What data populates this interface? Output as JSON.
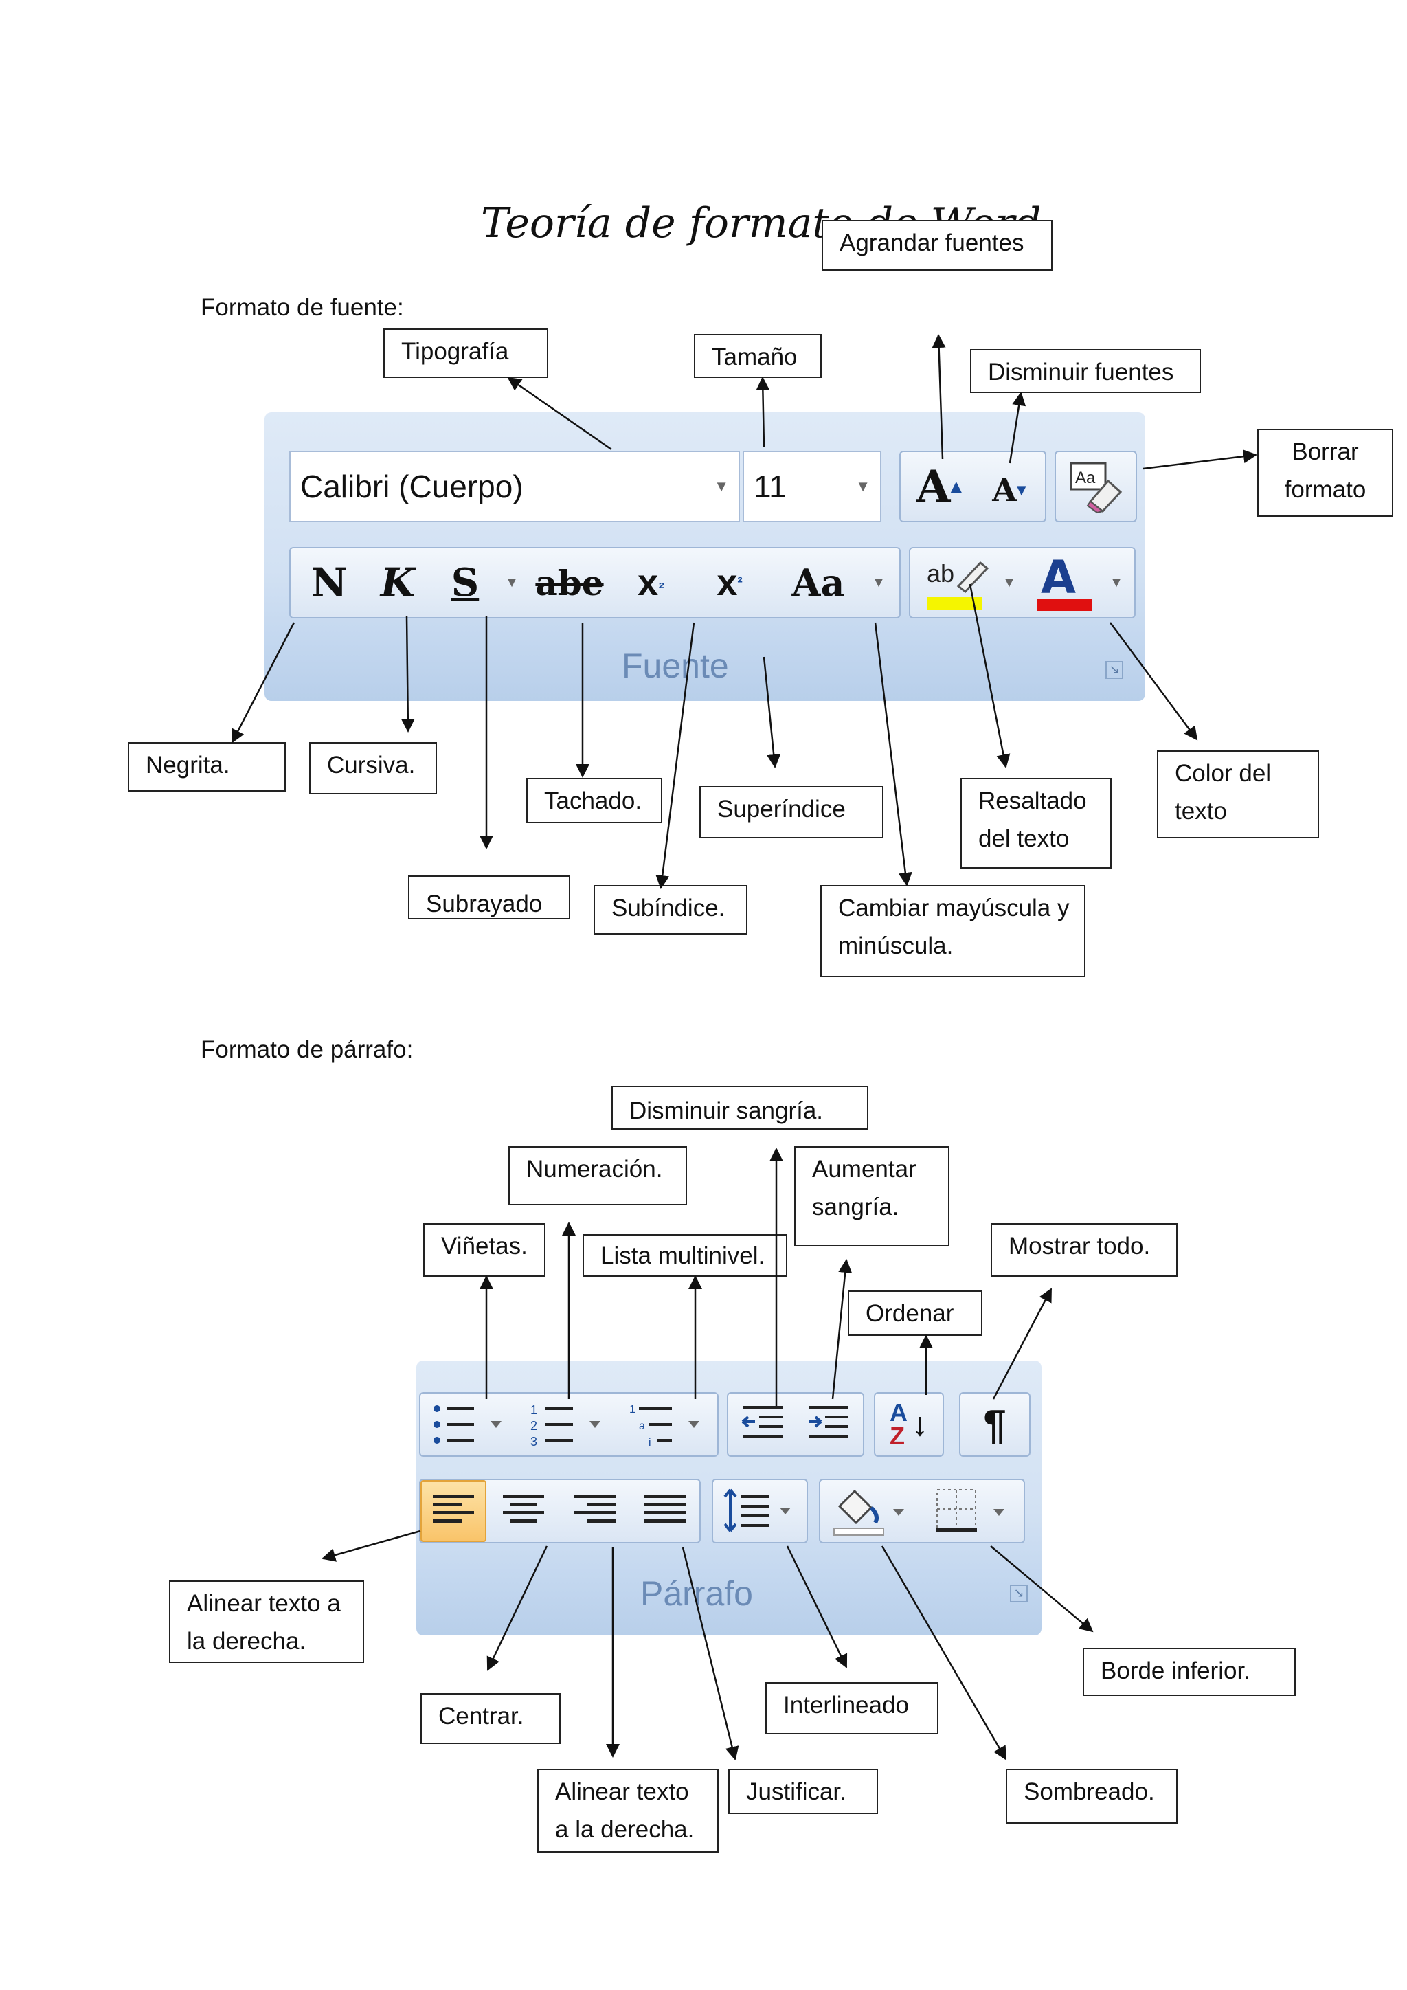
{
  "title": "Teoría de formato de Word",
  "font_section": {
    "heading": "Formato de fuente:",
    "ribbon": {
      "font_name": "Calibri (Cuerpo)",
      "font_size": "11",
      "group_name": "Fuente",
      "bold_glyph": "N",
      "italic_glyph": "K",
      "underline_glyph": "S",
      "strike_glyph": "abe",
      "subscript_glyph": "x",
      "superscript_glyph": "x",
      "case_glyph": "Aa",
      "grow_glyph": "A",
      "shrink_glyph": "A",
      "clear_glyph": "Aa",
      "highlight_glyph": "ab",
      "color_glyph": "A"
    },
    "labels": {
      "grow": "Agrandar fuentes",
      "typography": "Tipografía",
      "size": "Tamaño",
      "shrink": "Disminuir fuentes",
      "clear_1": "Borrar",
      "clear_2": "formato",
      "bold": "Negrita.",
      "italic": "Cursiva.",
      "strike": "Tachado.",
      "superscript": "Superíndice",
      "highlight_1": "Resaltado",
      "highlight_2": "del texto",
      "color_1": "Color del",
      "color_2": "texto",
      "underline": "Subrayado",
      "subscript": "Subíndice.",
      "case_1": "Cambiar mayúscula y",
      "case_2": "minúscula."
    }
  },
  "paragraph_section": {
    "heading": "Formato de párrafo:",
    "ribbon": {
      "group_name": "Párrafo",
      "sort_glyph_top": "A",
      "sort_glyph_bottom": "Z",
      "pilcrow_glyph": "¶"
    },
    "labels": {
      "decrease_indent": "Disminuir sangría.",
      "numbering": "Numeración.",
      "increase_indent_1": "Aumentar",
      "increase_indent_2": "sangría.",
      "bullets": "Viñetas.",
      "multilevel": "Lista multinivel.",
      "show_all": "Mostrar todo.",
      "sort": "Ordenar",
      "align_left_1": "Alinear texto a",
      "align_left_2": "la derecha.",
      "center": "Centrar.",
      "line_spacing": "Interlineado",
      "bottom_border": "Borde inferior.",
      "align_right_1": "Alinear texto",
      "align_right_2": "a la derecha.",
      "justify": "Justificar.",
      "shading": "Sombreado."
    }
  },
  "colors": {
    "ribbon_blue": "#d2e1f3",
    "highlight_yellow": "#f5f500",
    "font_red": "#e01010",
    "selected_orange": "#f9c46a",
    "group_label_blue": "#6b8bb6"
  }
}
